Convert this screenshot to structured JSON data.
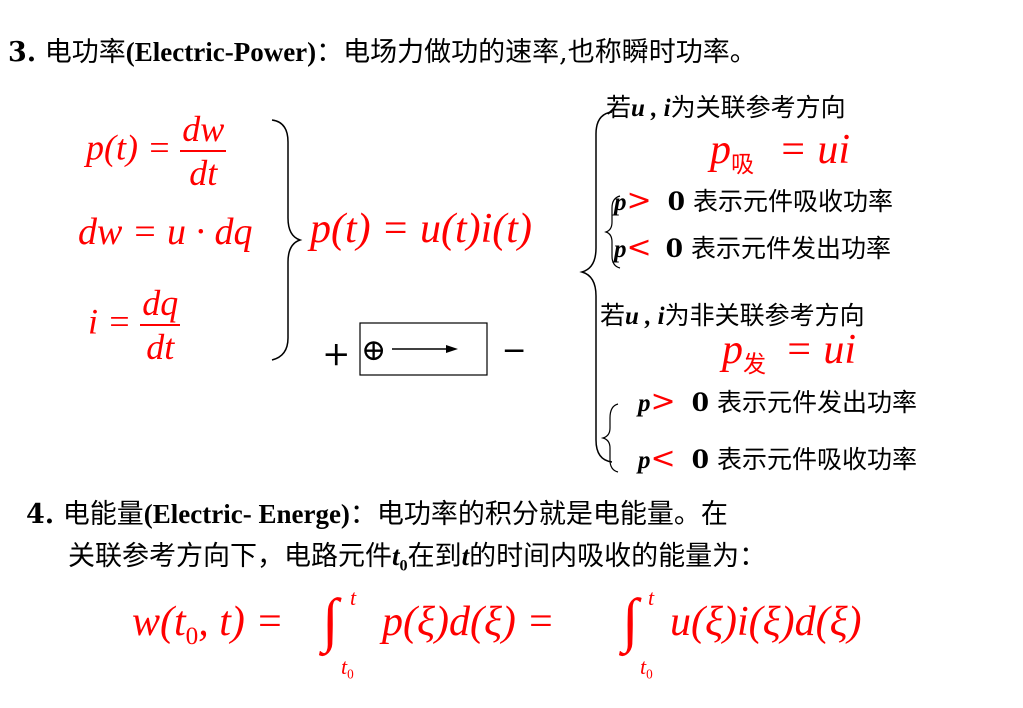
{
  "section3": {
    "number": "3.",
    "title_cn": "电功率",
    "title_en": "(Electric-Power)",
    "colon": "：",
    "definition": "电场力做功的速率,也称瞬时功率。"
  },
  "left_formulas": {
    "p_of_t": "p(t) =",
    "dw": "dw",
    "dt": "dt",
    "dw_eq": "dw = u · dq",
    "i_eq": "i =",
    "dq": "dq"
  },
  "center_formula": "p(t) = u(t)i(t)",
  "direction_symbol": {
    "plus": "+",
    "circle_plus": "⊕",
    "minus": "─"
  },
  "associated": {
    "condition_prefix": "若",
    "condition_vars": "u , i",
    "condition_suffix": "为关联参考方向",
    "formula_p": "p",
    "formula_sub": "吸",
    "formula_rhs": "= ui",
    "rows": [
      {
        "symbol": "p",
        "op": ">",
        "value": "0",
        "text": "表示元件吸收功率"
      },
      {
        "symbol": "p",
        "op": "<",
        "value": "0",
        "text": "表示元件发出功率"
      }
    ]
  },
  "non_associated": {
    "condition_prefix": "若",
    "condition_vars": "u , i",
    "condition_suffix": "为非关联参考方向",
    "formula_p": "p",
    "formula_sub": "发",
    "formula_rhs": "= ui",
    "rows": [
      {
        "symbol": "p",
        "op": ">",
        "value": "0",
        "text": "表示元件发出功率"
      },
      {
        "symbol": "p",
        "op": "<",
        "value": "0",
        "text": "表示元件吸收功率"
      }
    ]
  },
  "section4": {
    "number": "4.",
    "title_cn": "电能量",
    "title_en": "(Electric- Energe)",
    "colon": "：",
    "line1_text": "电功率的积分就是电能量。在",
    "line2_a": "关联参考方向下，电路元件",
    "line2_t0": "t",
    "line2_t0_sub": "0",
    "line2_b": "在到",
    "line2_t": "t",
    "line2_c": "的时间内吸收的能量为："
  },
  "energy_formula": {
    "lhs": "w(t",
    "lhs_sub": "0",
    "lhs_end": ", t) =",
    "integral": "∫",
    "upper": "t",
    "lower": "t",
    "lower_sub": "0",
    "integrand1": "p(ξ)d(ξ) =",
    "integrand2": "u(ξ)i(ξ)d(ξ)"
  },
  "colors": {
    "formula": "#ff0000",
    "text": "#000000"
  }
}
